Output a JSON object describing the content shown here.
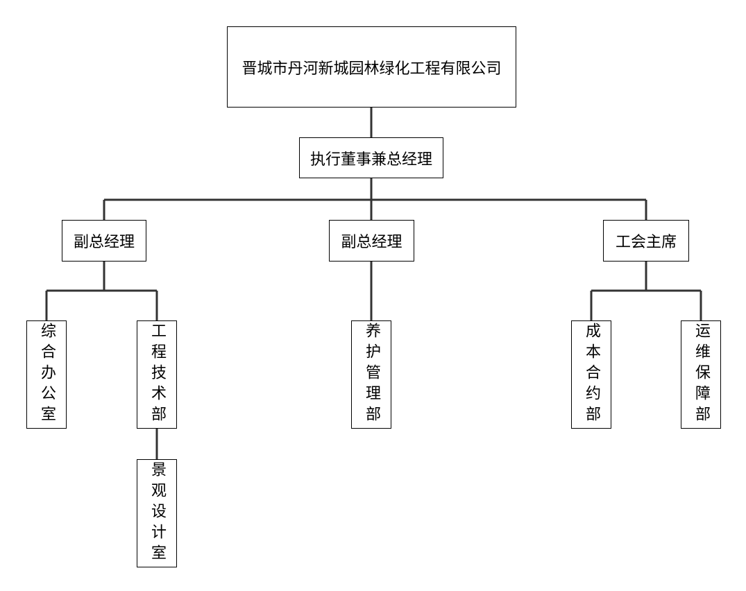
{
  "org_chart": {
    "root": "晋城市丹河新城园林绿化工程有限公司",
    "executive": "执行董事兼总经理",
    "level2": {
      "left": "副总经理",
      "middle": "副总经理",
      "right": "工会主席"
    },
    "departments": {
      "general_office": "综合办公室",
      "engineering_tech": "工程技术部",
      "landscape_design": "景观设计室",
      "maintenance": "养护管理部",
      "cost_contract": "成本合约部",
      "operations": "运维保障部"
    }
  }
}
